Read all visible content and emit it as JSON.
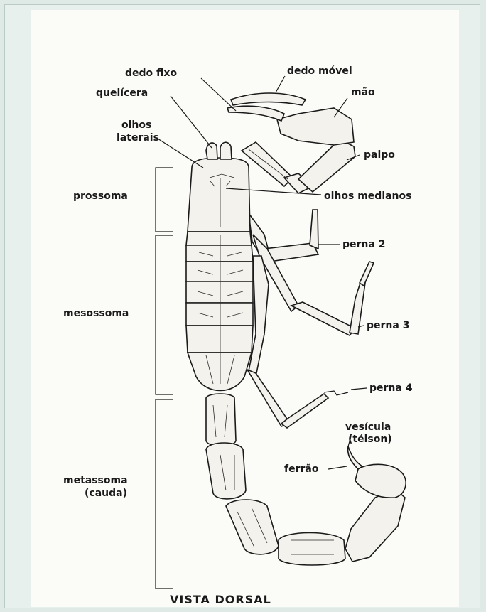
{
  "labels": {
    "dedo_fixo": "dedo fixo",
    "dedo_movel": "dedo móvel",
    "mao": "mão",
    "quelicera": "quelícera",
    "olhos_laterais_1": "olhos",
    "olhos_laterais_2": "laterais",
    "palpo": "palpo",
    "olhos_medianos": "olhos medianos",
    "prossoma": "prossoma",
    "perna_2": "perna 2",
    "mesossoma": "mesossoma",
    "perna_3": "perna 3",
    "perna_4": "perna 4",
    "vesicula_1": "vesícula",
    "vesicula_2": "(télson)",
    "ferrao": "ferrão",
    "metassoma_1": "metassoma",
    "metassoma_2": "(cauda)"
  },
  "caption": "VISTA DORSAL",
  "colors": {
    "background": "#dfe9e6",
    "paper": "#fbfbf8",
    "ink": "#1a1a1a"
  }
}
